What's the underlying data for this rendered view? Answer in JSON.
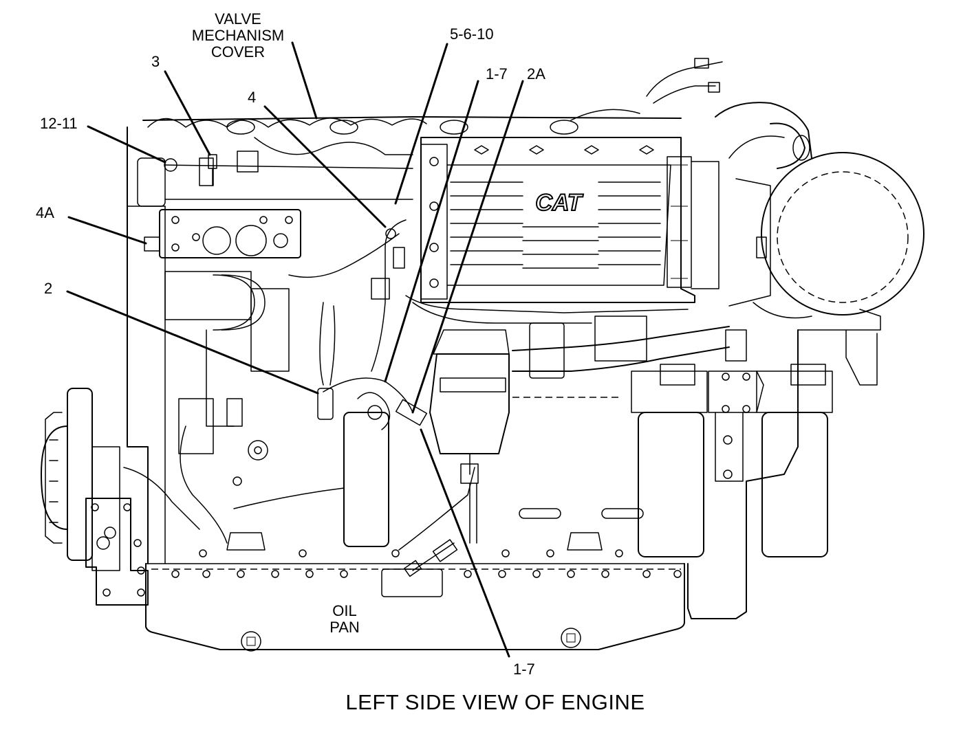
{
  "caption": "LEFT SIDE VIEW OF ENGINE",
  "callouts": {
    "valve_cover": [
      "VALVE",
      "MECHANISM",
      "COVER"
    ],
    "c_3": "3",
    "c_5_6_10": "5-6-10",
    "c_1_7_top": "1-7",
    "c_2A": "2A",
    "c_4": "4",
    "c_12_11": "12-11",
    "c_4A": "4A",
    "c_2": "2",
    "c_1_7_bottom": "1-7",
    "oil_pan": [
      "OIL",
      "PAN"
    ],
    "logo": "CAT"
  }
}
